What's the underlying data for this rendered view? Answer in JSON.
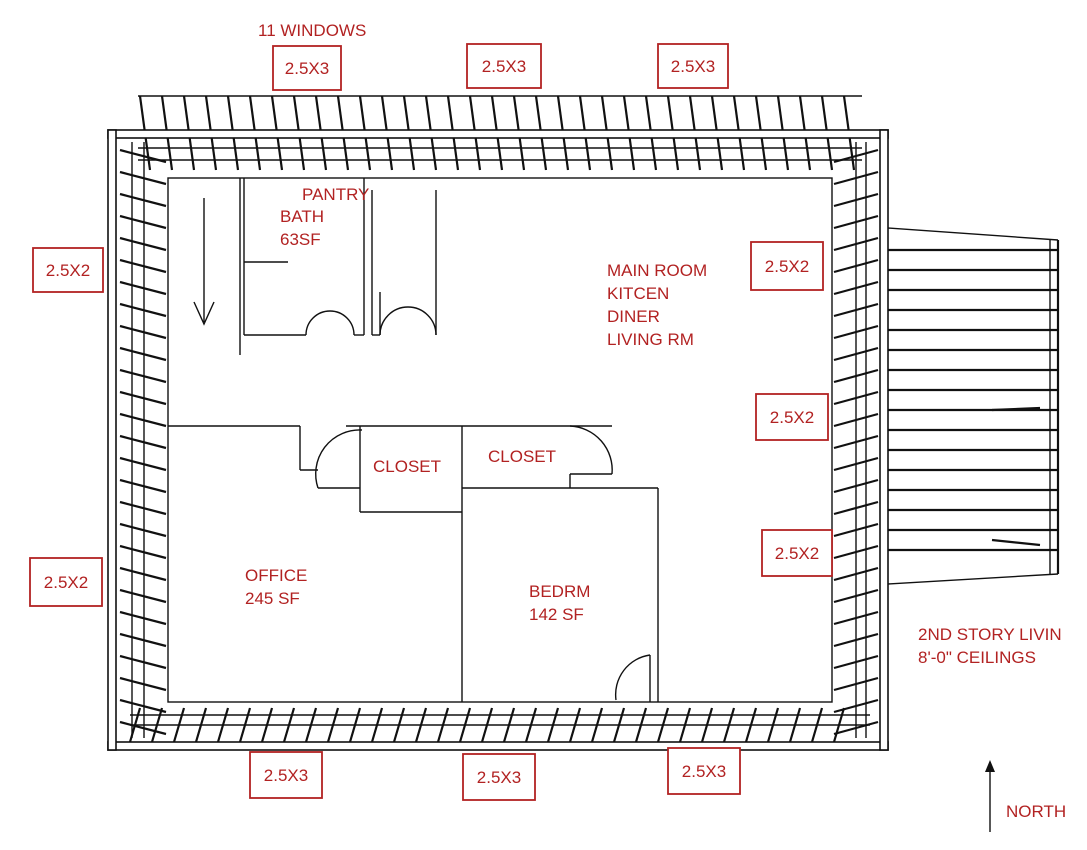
{
  "title": "11 WINDOWS",
  "windows": {
    "top": [
      "2.5X3",
      "2.5X3",
      "2.5X3"
    ],
    "left": [
      "2.5X2",
      "2.5X2"
    ],
    "right": [
      "2.5X2",
      "2.5X2",
      "2.5X2"
    ],
    "bottom": [
      "2.5X3",
      "2.5X3",
      "2.5X3"
    ]
  },
  "rooms": {
    "pantry": "PANTRY",
    "bath": [
      "BATH",
      "63SF"
    ],
    "main": [
      "MAIN ROOM",
      "KITCEN",
      "DINER",
      "LIVING RM"
    ],
    "closet_left": "CLOSET",
    "closet_right": "CLOSET",
    "office": [
      "OFFICE",
      "245 SF"
    ],
    "bedroom": [
      "BEDRM",
      "142 SF"
    ]
  },
  "note": [
    "2ND STORY LIVIN",
    "8'-0\" CEILINGS"
  ],
  "compass": "NORTH"
}
